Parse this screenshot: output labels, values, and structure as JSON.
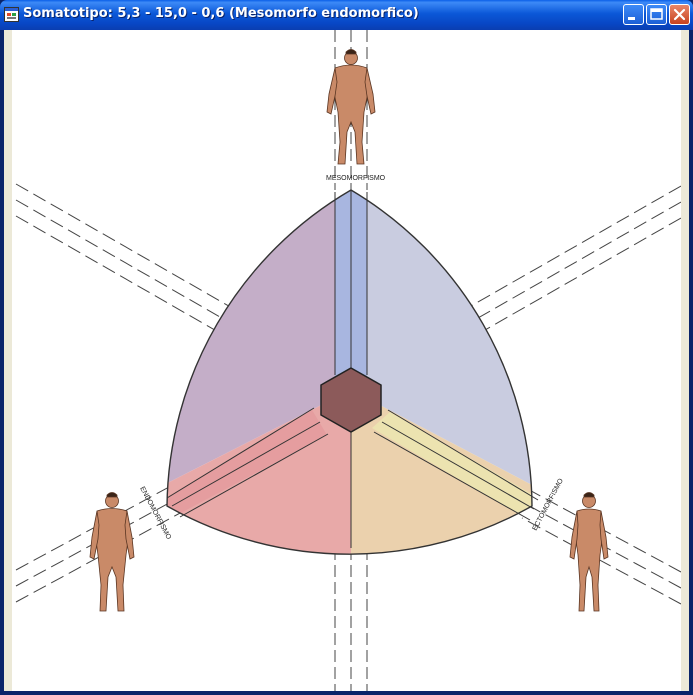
{
  "window": {
    "title": "Somatotipo: 5,3 - 15,0 - 0,6 (Mesomorfo endomorfico)"
  },
  "titlebar_buttons": {
    "minimize_icon": "minimize-icon",
    "maximize_icon": "maximize-icon",
    "close_icon": "close-icon"
  },
  "somatochart": {
    "labels": {
      "mesomorph": "MESOMORFISMO",
      "endomorph": "ENDOMORFISMO",
      "ectomorph": "ECTOMORFISMO"
    },
    "colors": {
      "mesomorph_zone": "#a9b4dc",
      "endomorph_zone": "#e8a3a5",
      "ectomorph_zone": "#ece3b0",
      "center_marker": "#8c5a5a",
      "skin": "#c98a68"
    }
  }
}
